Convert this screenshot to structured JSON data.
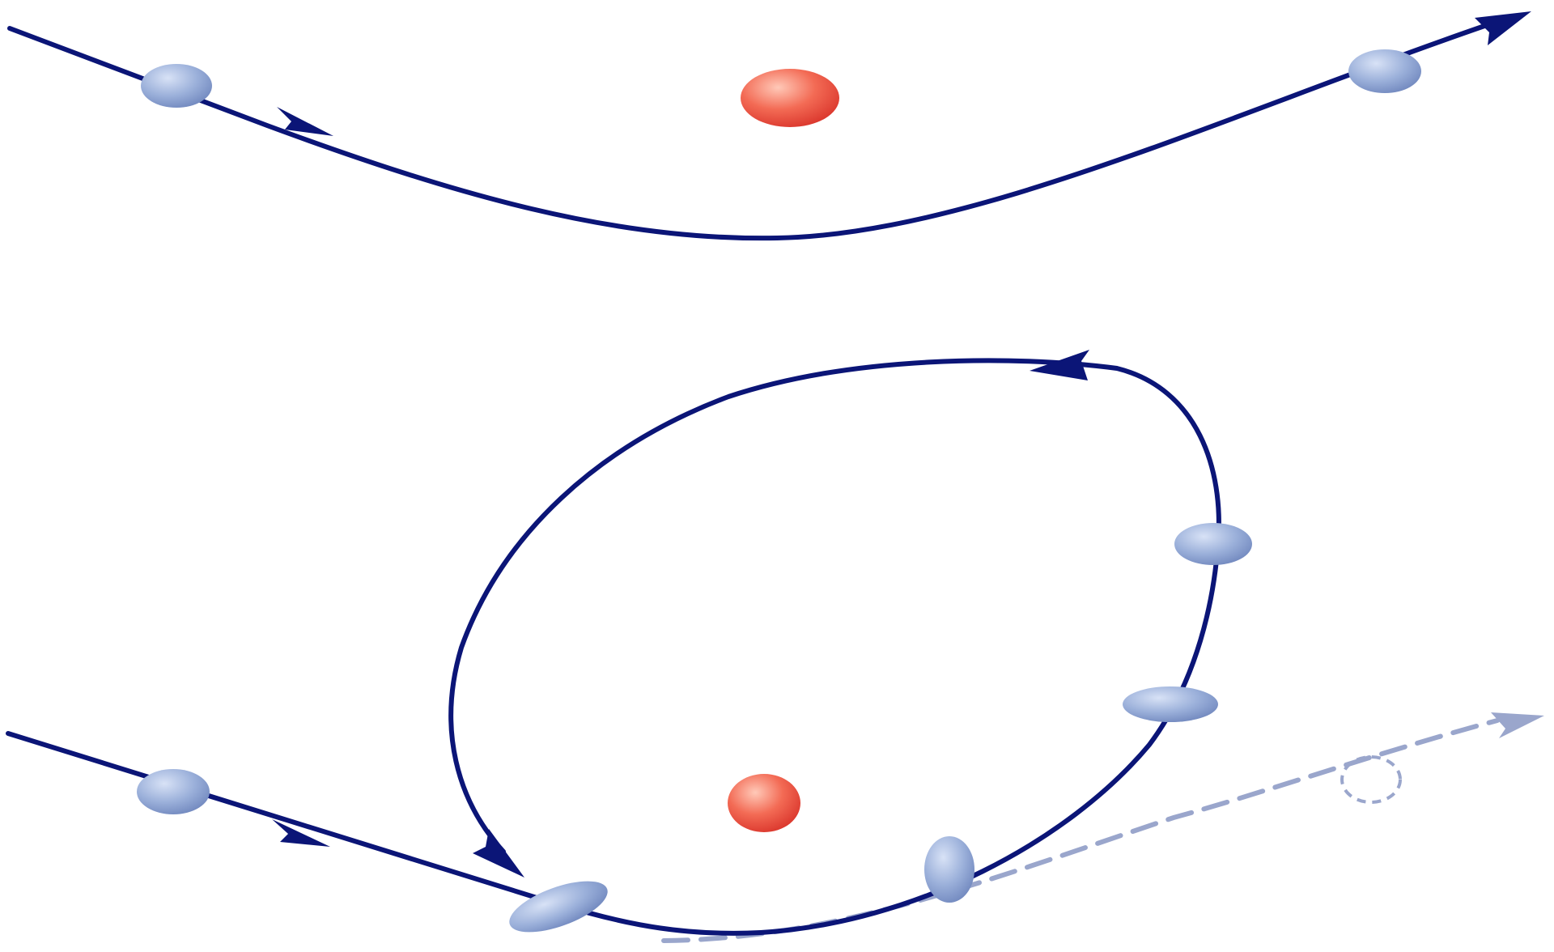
{
  "colors": {
    "background": "#ffffff",
    "path": "#0b1577",
    "ghost_path": "#9aa6cc",
    "target_nucleus": "#e8473d",
    "projectile_body": "#8fa6d4"
  },
  "icons": {
    "target": "red-sphere",
    "projectile": "blue-sphere",
    "deformed_projectile": "blue-ellipsoid",
    "ghost_projectile": "dashed-circle",
    "direction": "arrowhead"
  },
  "panels": [
    {
      "id": "scattering",
      "title": "",
      "projectile_snapshots": 2,
      "orbit": false,
      "exit_path": "solid"
    },
    {
      "id": "capture",
      "title": "",
      "projectile_snapshots": 6,
      "orbit": true,
      "exit_path": "dashed"
    }
  ]
}
